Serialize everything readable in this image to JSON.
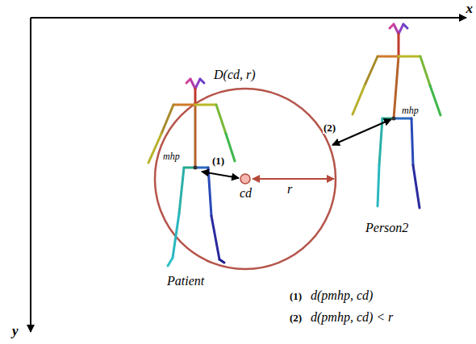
{
  "diagram": {
    "labels": [
      "x",
      "y",
      "D(cd, r)",
      "mhp",
      "(1)",
      "cd",
      "r",
      "Patient",
      "(2)",
      "mhp",
      "Person2",
      "(1)",
      "d(pmhp, cd)",
      "(2)",
      "d(pmhp, cd) < r"
    ]
  }
}
